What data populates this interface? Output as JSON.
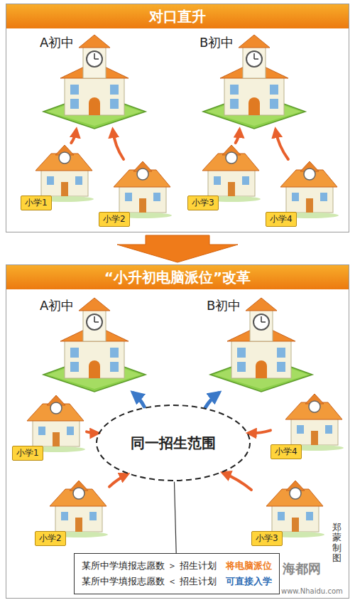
{
  "diagram": {
    "nodes": [
      {
        "text": [
          "对口直升"
        ]
      },
      {
        "text": [
          "A初中"
        ],
        "in": 0
      },
      {
        "text": [
          "B初中"
        ],
        "in": 0
      },
      {
        "text": [
          "小学1"
        ],
        "in": 0
      },
      {
        "text": [
          "小学2"
        ],
        "in": 0
      },
      {
        "text": [
          "小学3"
        ],
        "in": 0
      },
      {
        "text": [
          "小学4"
        ],
        "in": 0
      },
      {
        "text": [
          "“小升初电脑派位”改革"
        ]
      },
      {
        "text": [
          "A初中"
        ],
        "in": 7
      },
      {
        "text": [
          "B初中"
        ],
        "in": 7
      },
      {
        "text": [
          "同一招生范围"
        ],
        "in": 7
      },
      {
        "text": [
          "小学1"
        ],
        "in": 7
      },
      {
        "text": [
          "小学4"
        ],
        "in": 7
      },
      {
        "text": [
          "小学2"
        ],
        "in": 7
      },
      {
        "text": [
          "小学3"
        ],
        "in": 7
      },
      {
        "text": [
          "某所中学填报志愿数 ＞ 招生计划",
          "将电脑派位",
          "某所中学填报志愿数 ＜ 招生计划",
          "可直接入学"
        ],
        "in": 7
      }
    ],
    "edges": [
      {
        "from": 3,
        "to": 1,
        "arrow": "to"
      },
      {
        "from": 4,
        "to": 1,
        "arrow": "to"
      },
      {
        "from": 5,
        "to": 2,
        "arrow": "to"
      },
      {
        "from": 6,
        "to": 2,
        "arrow": "to"
      },
      {
        "from": 11,
        "to": 10,
        "arrow": "to"
      },
      {
        "from": 12,
        "to": 10,
        "arrow": "to"
      },
      {
        "from": 13,
        "to": 10,
        "arrow": "to"
      },
      {
        "from": 14,
        "to": 10,
        "arrow": "to"
      },
      {
        "from": 10,
        "to": 8,
        "arrow": "to"
      },
      {
        "from": 10,
        "to": 9,
        "arrow": "to"
      },
      {
        "from": 10,
        "to": 15,
        "arrow": "none"
      }
    ],
    "labels": [
      "郑蒙制图",
      "海都网",
      "www.Nhaidu.com"
    ]
  }
}
